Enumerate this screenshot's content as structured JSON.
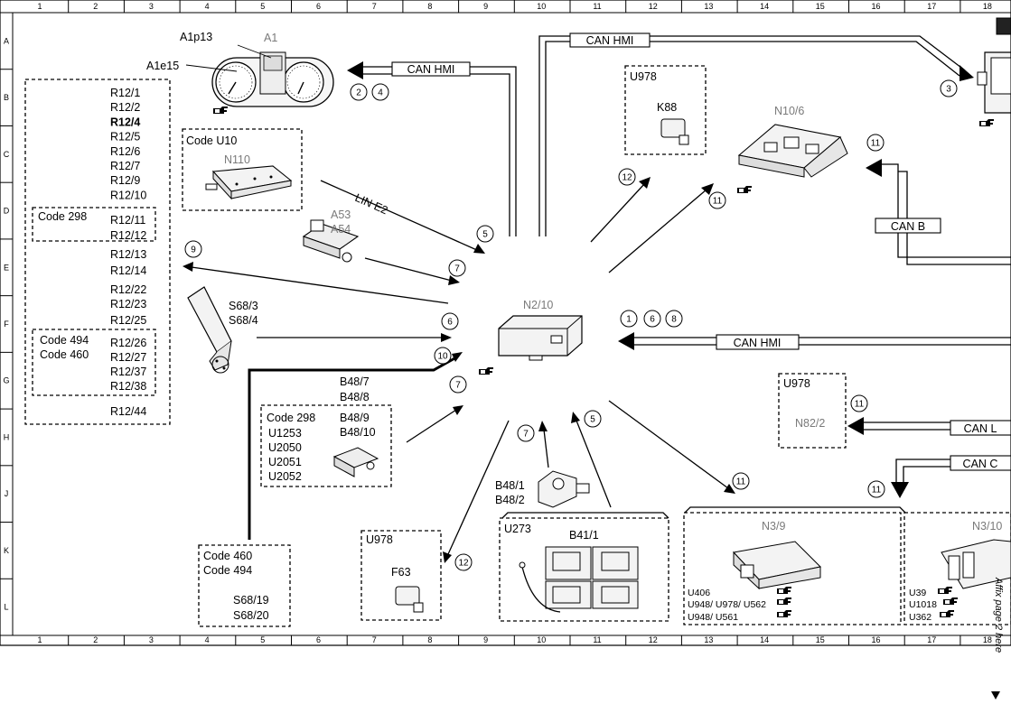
{
  "grid": {
    "columns": [
      "1",
      "2",
      "3",
      "4",
      "5",
      "6",
      "7",
      "8",
      "9",
      "10",
      "11",
      "12",
      "13",
      "14",
      "15",
      "16",
      "17",
      "18"
    ],
    "rows": [
      "A",
      "B",
      "C",
      "D",
      "E",
      "F",
      "G",
      "H",
      "J",
      "K",
      "L"
    ]
  },
  "central_unit": {
    "id": "N2/10"
  },
  "cluster": {
    "id": "A1",
    "parts": [
      "A1p13",
      "A1e15"
    ]
  },
  "bus_labels": {
    "can_hmi_cluster": "CAN HMI",
    "can_hmi_top": "CAN HMI",
    "can_hmi_mid": "CAN HMI",
    "can_b": "CAN B",
    "can_l": "CAN L",
    "can_c": "CAN C",
    "lin_e2": "LIN E2"
  },
  "resistor_box": {
    "items_top": [
      "R12/1",
      "R12/2",
      "R12/4",
      "R12/5",
      "R12/6",
      "R12/7",
      "R12/9",
      "R12/10"
    ],
    "bold_item": "R12/4",
    "code_298": {
      "code": "Code 298",
      "items": [
        "R12/11",
        "R12/12"
      ]
    },
    "items_mid": [
      "R12/13",
      "R12/14",
      "R12/22",
      "R12/23",
      "R12/25"
    ],
    "code_494_460": {
      "codes": [
        "Code 494",
        "Code 460"
      ],
      "items": [
        "R12/26",
        "R12/27",
        "R12/37",
        "R12/38"
      ]
    },
    "item_bottom": "R12/44"
  },
  "n110_box": {
    "code": "Code U10",
    "id": "N110"
  },
  "a53": {
    "ids": [
      "A53",
      "A54"
    ]
  },
  "s68": {
    "ids": [
      "S68/3",
      "S68/4"
    ]
  },
  "u978_k88": {
    "code": "U978",
    "id": "K88"
  },
  "n10_6": {
    "id": "N10/6"
  },
  "b48_box": {
    "ids": [
      "B48/7",
      "B48/8",
      "B48/9",
      "B48/10"
    ],
    "codes": [
      "Code 298",
      "U1253",
      "U2050",
      "U2051",
      "U2052"
    ]
  },
  "s68_19_box": {
    "codes": [
      "Code 460",
      "Code 494"
    ],
    "ids": [
      "S68/19",
      "S68/20"
    ]
  },
  "f63_box": {
    "code": "U978",
    "id": "F63"
  },
  "b41_box": {
    "code": "U273",
    "id": "B41/1"
  },
  "b48_1": {
    "ids": [
      "B48/1",
      "B48/2"
    ]
  },
  "n82_box": {
    "code": "U978",
    "id": "N82/2"
  },
  "n3_9_box": {
    "id": "N3/9",
    "codes": [
      "U406",
      "U948/ U978/ U562",
      "U948/ U561"
    ]
  },
  "n3_10_box": {
    "id": "N3/10",
    "codes": [
      "U39",
      "U1018",
      "U362"
    ]
  },
  "numbers": [
    "1",
    "2",
    "3",
    "4",
    "5",
    "6",
    "7",
    "8",
    "9",
    "10",
    "11",
    "12"
  ],
  "affix_text": "Affix page 2 here",
  "ref_icon": "hand-pointer-icon"
}
